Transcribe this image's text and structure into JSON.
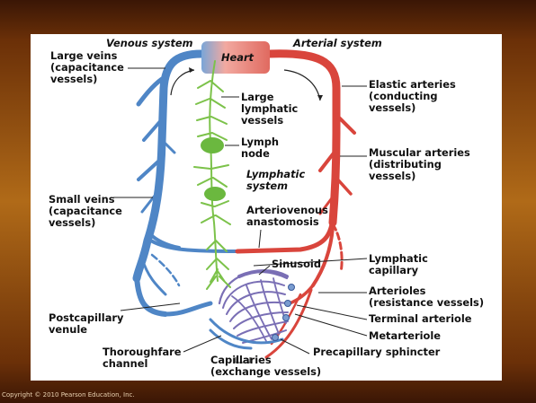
{
  "titles": {
    "venous_system": "Venous system",
    "arterial_system": "Arterial system",
    "heart": "Heart",
    "lymphatic_system": "Lymphatic\nsystem"
  },
  "labels": {
    "large_veins": "Large veins\n(capacitance\nvessels)",
    "large_lymphatic_vessels": "Large\nlymphatic\nvessels",
    "lymph_node": "Lymph\nnode",
    "elastic_arteries": "Elastic arteries\n(conducting\nvessels)",
    "muscular_arteries": "Muscular arteries\n(distributing\nvessels)",
    "small_veins": "Small veins\n(capacitance\nvessels)",
    "arteriovenous_anastomosis": "Arteriovenous\nanastomosis",
    "lymphatic_capillary": "Lymphatic\ncapillary",
    "sinusoid": "Sinusoid",
    "arterioles": "Arterioles\n(resistance vessels)",
    "terminal_arteriole": "Terminal arteriole",
    "postcapillary_venule": "Postcapillary\nvenule",
    "metarteriole": "Metarteriole",
    "thoroughfare_channel": "Thoroughfare\nchannel",
    "precapillary_sphincter": "Precapillary sphincter",
    "capillaries": "Capillaries\n(exchange vessels)"
  },
  "copyright": "Copyright © 2010 Pearson Education, Inc.",
  "colors": {
    "vein": "#4f86c6",
    "artery": "#d9453c",
    "lymph": "#7cc24a",
    "capillary": "#7a6fb5",
    "heart": "#f4b0a6"
  }
}
